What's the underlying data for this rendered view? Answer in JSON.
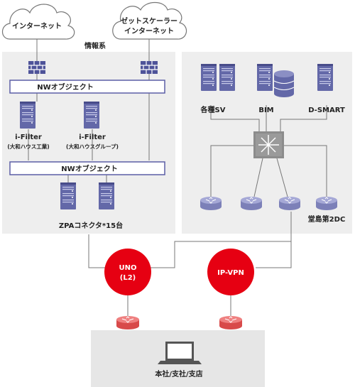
{
  "clouds": {
    "internet": "インターネット",
    "zscaler_line1": "ゼットスケーラー",
    "zscaler_line2": "インターネット"
  },
  "zones": {
    "info_system": "情報系"
  },
  "nw_object_bars": [
    "NWオブジェクト",
    "NWオブジェクト"
  ],
  "ifilters": [
    {
      "name": "i-Filter",
      "sub": "(大和ハウス工業)"
    },
    {
      "name": "i-Filter",
      "sub": "(大和ハウスグループ)"
    }
  ],
  "zpa": {
    "label": "ZPAコネクタ*15台"
  },
  "servers": [
    "各種SV",
    "BIM",
    "D-SMART"
  ],
  "dojima": "堂島第2DC",
  "networks": [
    {
      "line1": "UNO",
      "line2": "(L2)"
    },
    {
      "line1": "IP-VPN",
      "line2": ""
    }
  ],
  "branch": {
    "label": "本社/支社/支店"
  },
  "colors": {
    "zone_bg": "#eeeeee",
    "nw_bar_border": "#5b5ea6",
    "server_body": "#6368a8",
    "router_blue": "#8b8fc4",
    "router_red": "#e06060",
    "network_red": "#e60012",
    "firewall": "#4e5399",
    "switch_gray": "#8c8c8c"
  },
  "icons": [
    "cloud-icon",
    "firewall-icon",
    "server-icon",
    "database-icon",
    "l3-switch-icon",
    "router-icon",
    "laptop-icon"
  ]
}
